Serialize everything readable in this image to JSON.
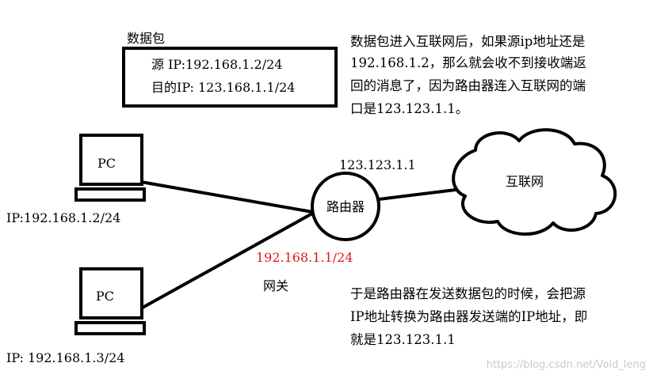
{
  "packet": {
    "title": "数据包",
    "src_ip": "源 IP:192.168.1.2/24",
    "dst_ip": "目的IP:  123.168.1.1/24"
  },
  "note_top": {
    "lines": [
      "数据包进入互联网后，如果源ip地址还是",
      "192.168.1.2，那么就会收不到接收端返",
      "回的消息了，因为路由器连入互联网的端",
      "口是123.123.1.1。"
    ]
  },
  "pc1": {
    "label": "PC",
    "ip": "IP:192.168.1.2/24"
  },
  "pc2": {
    "label": "PC",
    "ip": "IP: 192.168.1.3/24"
  },
  "router": {
    "label": "路由器",
    "wan_ip": "123.123.1.1",
    "lan_ip": "192.168.1.1/24",
    "gateway_label": "网关"
  },
  "internet": {
    "label": "互联网"
  },
  "note_bottom": {
    "lines": [
      "于是路由器在发送数据包的时候，会把源",
      "IP地址转换为路由器发送端的IP地址，即",
      "就是123.123.1.1"
    ]
  },
  "watermark": "https://blog.csdn.net/Void_leng",
  "colors": {
    "lan_ip": "#e0161b",
    "stroke": "#000000",
    "watermark": "#c9c9c9"
  }
}
